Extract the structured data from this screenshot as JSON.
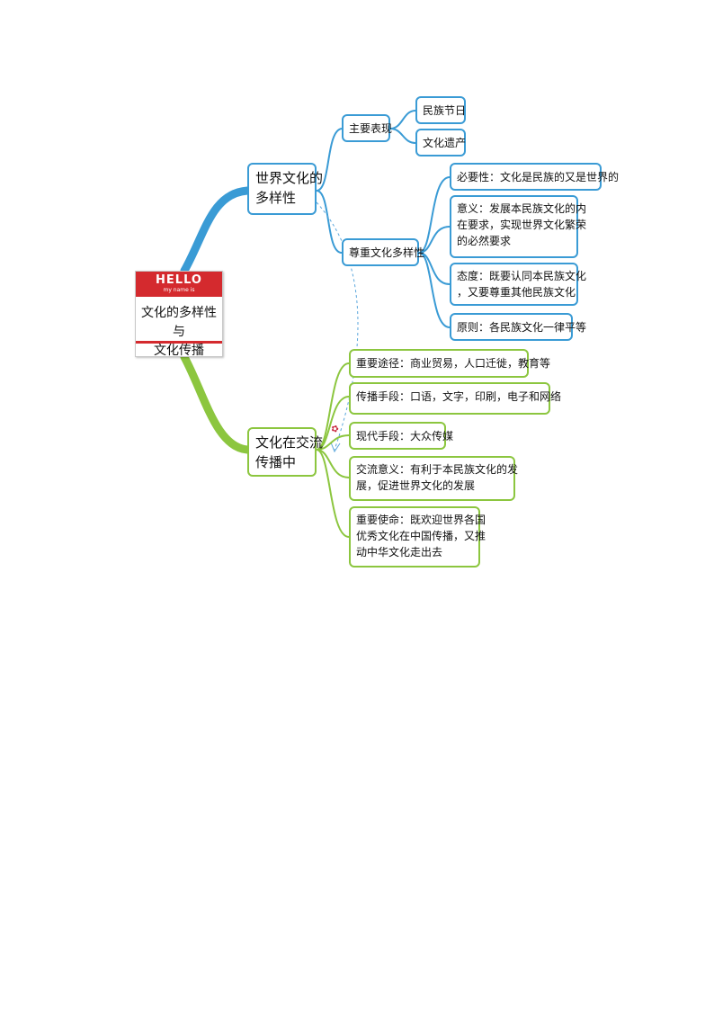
{
  "root": {
    "badge_title": "HELLO",
    "badge_subtitle": "my name is",
    "line1": "文化的多样性与",
    "line2": "文化传播"
  },
  "branches": {
    "diversity": {
      "line1": "世界文化的",
      "line2": "多样性",
      "manifestation": {
        "label": "主要表现",
        "items": [
          "民族节日",
          "文化遗产"
        ]
      },
      "respect": {
        "label": "尊重文化多样性",
        "necessity": "必要性：文化是民族的又是世界的",
        "meaning_line1": "意义：发展本民族文化的内",
        "meaning_line2": "在要求，实现世界文化繁荣",
        "meaning_line3": "的必然要求",
        "attitude_line1": "态度：既要认同本民族文化",
        "attitude_line2": "，又要尊重其他民族文化",
        "principle": "原则：各民族文化一律平等"
      }
    },
    "spread": {
      "line1": "文化在交流",
      "line2": "传播中",
      "route": "重要途径：商业贸易，人口迁徙，教育等",
      "means": "传播手段：口语，文字，印刷，电子和网络",
      "modern": "现代手段：大众传媒",
      "significance_line1": "交流意义：有利于本民族文化的发",
      "significance_line2": "展，促进世界文化的发展",
      "mission_line1": "重要使命：既欢迎世界各国",
      "mission_line2": "优秀文化在中国传播，又推",
      "mission_line3": "动中华文化走出去"
    }
  },
  "colors": {
    "blue": "#3a9bd5",
    "green": "#8cc63f",
    "badge_red": "#d42a2e"
  }
}
